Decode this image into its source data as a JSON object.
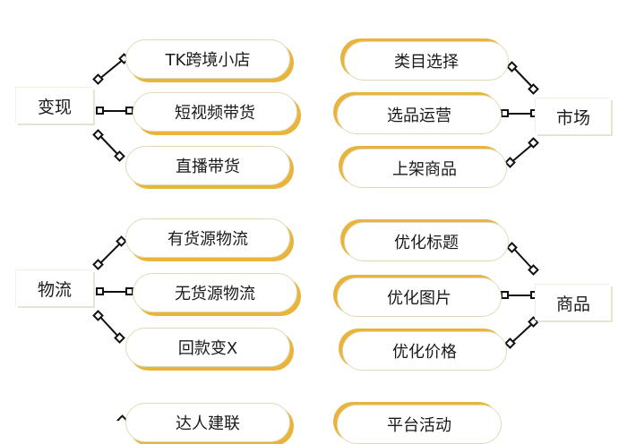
{
  "groups": [
    {
      "label": "变现",
      "items": [
        "TK跨境小店",
        "短视频带货",
        "直播带货"
      ]
    },
    {
      "label": "市场",
      "items": [
        "类目选择",
        "选品运营",
        "上架商品"
      ]
    },
    {
      "label": "物流",
      "items": [
        "有货源物流",
        "无货源物流",
        "回款变X"
      ]
    },
    {
      "label": "商品",
      "items": [
        "优化标题",
        "优化图片",
        "优化价格"
      ]
    }
  ],
  "partial_items": [
    "达人建联",
    "平台活动"
  ],
  "colors": {
    "pill_shadow": "#e8b43c",
    "pill_border": "#e2d9b8",
    "connector": "#111111"
  }
}
